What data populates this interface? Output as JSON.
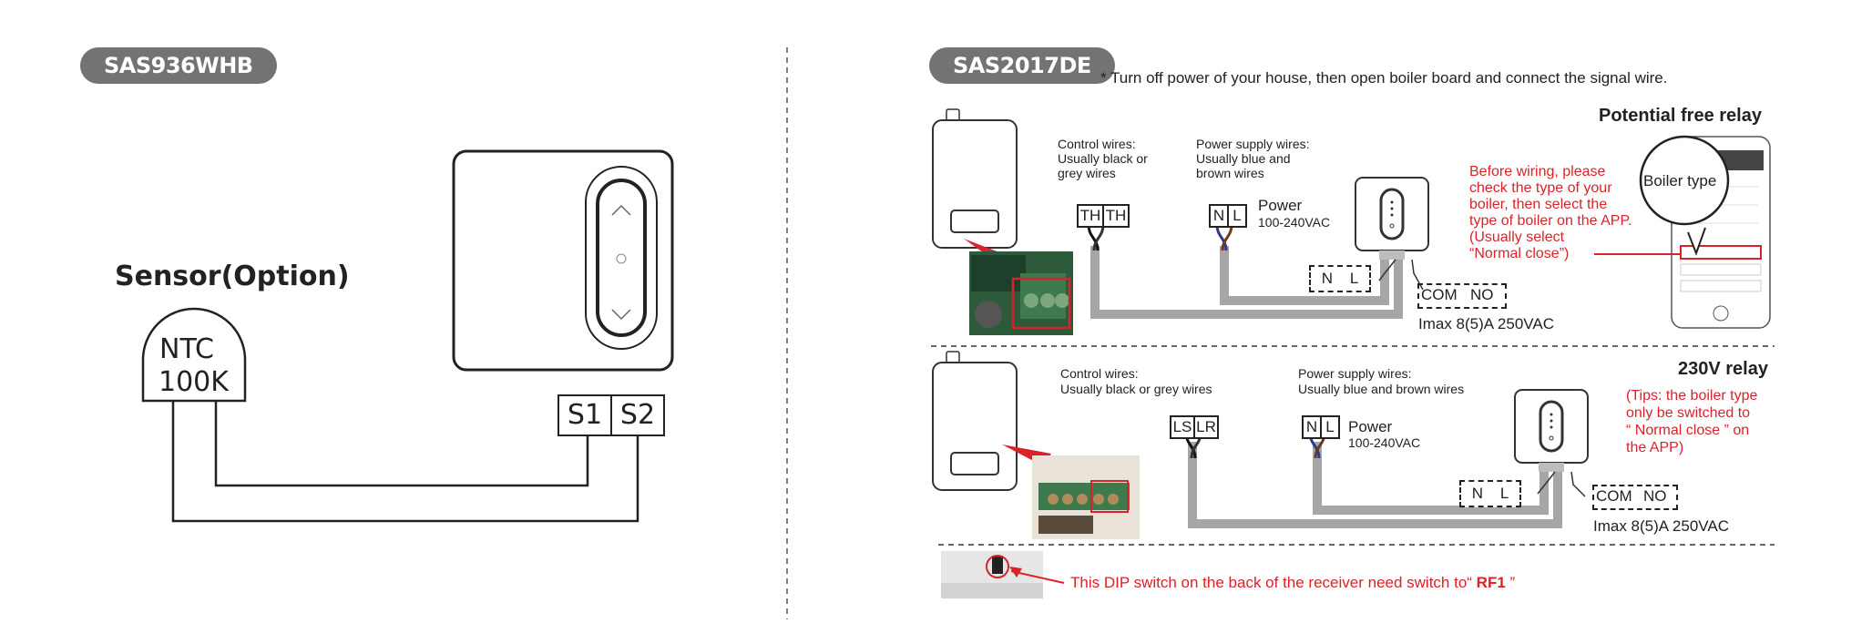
{
  "left": {
    "model": "SAS936WHB",
    "sensor_title": "Sensor(Option)",
    "sensor_line1": "NTC",
    "sensor_line2": "100K",
    "term_s1": "S1",
    "term_s2": "S2"
  },
  "right": {
    "model": "SAS2017DE",
    "note": "*  Turn off power of your house, then open boiler board and connect the signal wire.",
    "section1": {
      "title": "Potential free relay",
      "control_label": [
        "Control wires:",
        "Usually black or",
        "grey wires"
      ],
      "power_label": [
        "Power supply wires:",
        "Usually blue and",
        "brown wires"
      ],
      "term_a": "TH",
      "term_b": "TH",
      "term_n": "N",
      "term_l": "L",
      "power": "Power",
      "voltage": "100-240VAC",
      "nl_box": "N    L",
      "com": "COM",
      "no": "NO",
      "imax": "Imax 8(5)A  250VAC",
      "warning": [
        "Before wiring, please",
        "check the type of your",
        "boiler, then select the",
        "type of boiler on the APP.",
        "(Usually select",
        "“Normal close”)"
      ],
      "callout": "Boiler type"
    },
    "section2": {
      "title": "230V relay",
      "control_label": [
        "Control wires:",
        "Usually black or grey wires"
      ],
      "power_label": [
        "Power supply wires:",
        "Usually blue and brown wires"
      ],
      "term_a": "LS",
      "term_b": "LR",
      "term_n": "N",
      "term_l": "L",
      "power": "Power",
      "voltage": "100-240VAC",
      "nl_box": "N    L",
      "com": "COM",
      "no": "NO",
      "imax": "Imax 8(5)A  250VAC",
      "tips": [
        "(Tips: the boiler type",
        "only be switched to",
        "“ Normal close ” on",
        "the APP)"
      ]
    },
    "dip_note_prefix": "This DIP switch on the back of the receiver need switch to“ ",
    "dip_note_bold": "RF1",
    "dip_note_suffix": " ”"
  },
  "colors": {
    "badge": "#737373",
    "warning_red": "#d9232a",
    "wire_grey": "#a6a6a6"
  }
}
